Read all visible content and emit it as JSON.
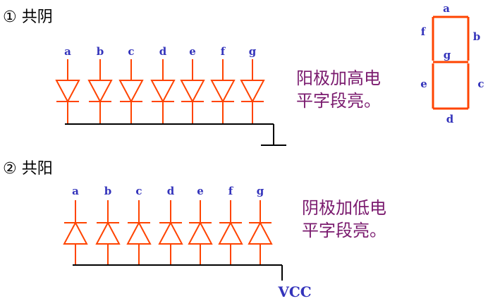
{
  "common_cathode": {
    "title": "① 共阴",
    "pins": [
      "a",
      "b",
      "c",
      "d",
      "e",
      "f",
      "g"
    ],
    "note_line1": "阳极加高电",
    "note_line2": "平字段亮。"
  },
  "common_anode": {
    "title": "② 共阳",
    "pins": [
      "a",
      "b",
      "c",
      "d",
      "e",
      "f",
      "g"
    ],
    "note_line1": "阴极加低电",
    "note_line2": "平字段亮。",
    "supply_label": "VCC"
  },
  "segment_display": {
    "labels": {
      "a": "a",
      "b": "b",
      "c": "c",
      "d": "d",
      "e": "e",
      "f": "f",
      "g": "g"
    }
  },
  "colors": {
    "diode": "#ff4400",
    "wire": "#000000",
    "label": "#3333bb",
    "note": "#7a1a6e"
  }
}
